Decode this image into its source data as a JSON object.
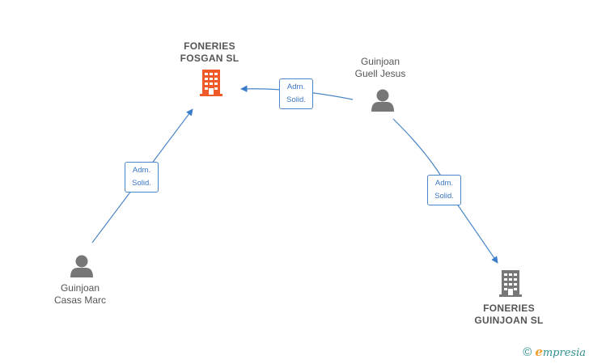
{
  "nodes": {
    "foneries_fosgan": {
      "label": "FONERIES\nFOSGAN  SL",
      "type": "company",
      "color": "#f05a28"
    },
    "guinjoan_guell": {
      "label": "Guinjoan\nGuell Jesus",
      "type": "person",
      "color": "#777777"
    },
    "guinjoan_casas": {
      "label": "Guinjoan\nCasas Marc",
      "type": "person",
      "color": "#777777"
    },
    "foneries_guinjoan": {
      "label": "FONERIES\nGUINJOAN  SL",
      "type": "company",
      "color": "#777777"
    }
  },
  "edges": {
    "casas_to_fosgan": {
      "label": "Adm.\nSolid."
    },
    "guell_to_fosgan": {
      "label": "Adm.\nSolid."
    },
    "guell_to_guinjoan": {
      "label": "Adm.\nSolid."
    }
  },
  "colors": {
    "edge": "#4a86c8"
  },
  "brand": {
    "copyright": "©",
    "e": "e",
    "rest": "mpresia"
  }
}
